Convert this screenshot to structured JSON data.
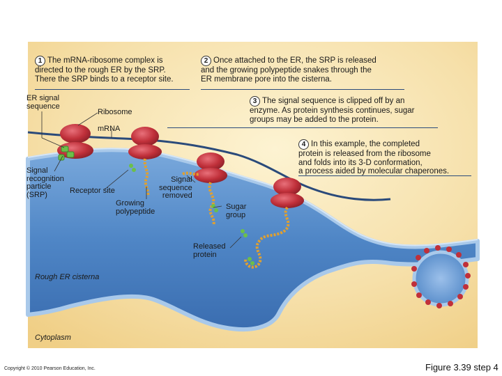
{
  "steps": [
    {
      "number": "1",
      "lines": [
        "The mRNA-ribosome complex is",
        "directed to the rough ER by the SRP.",
        "There the SRP binds to a receptor site."
      ]
    },
    {
      "number": "2",
      "lines": [
        "Once attached to the ER, the SRP is released",
        "and the growing polypeptide snakes through the",
        "ER membrane pore into the cisterna."
      ]
    },
    {
      "number": "3",
      "lines": [
        "The signal sequence is clipped off by an",
        "enzyme. As protein synthesis continues, sugar",
        "groups may be added to the protein."
      ]
    },
    {
      "number": "4",
      "lines": [
        "In this example, the completed",
        "protein is released from the ribosome",
        "and folds into its 3-D conformation,",
        "a process aided by molecular chaperones."
      ]
    }
  ],
  "labels": {
    "er_signal_sequence": [
      "ER signal",
      "sequence"
    ],
    "ribosome": "Ribosome",
    "mrna": "mRNA",
    "srp": [
      "Signal",
      "recognition",
      "particle",
      "(SRP)"
    ],
    "receptor_site": "Receptor site",
    "signal_sequence_removed": [
      "Signal",
      "sequence",
      "removed"
    ],
    "growing_polypeptide": [
      "Growing",
      "polypeptide"
    ],
    "sugar_group": [
      "Sugar",
      "group"
    ],
    "released_protein": [
      "Released",
      "protein"
    ],
    "rough_er_cisterna": "Rough ER cisterna",
    "cytoplasm": "Cytoplasm"
  },
  "footer": {
    "copyright": "Copyright © 2010 Pearson Education, Inc.",
    "figure": "Figure 3.39 step 4"
  },
  "colors": {
    "cytoplasm": "#f6e2b0",
    "er_lumen": "#5b8fcb",
    "er_membrane": "#8cb6e0",
    "ribosome": "#c0303a",
    "mrna": "#2a4a7a",
    "polypeptide": "#e0a030",
    "sugar": "#6cbf4a"
  }
}
